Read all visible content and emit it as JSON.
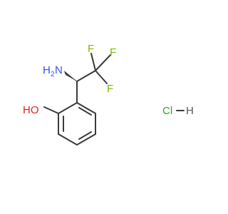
{
  "molecule": {
    "atoms": {
      "amine_n": "H",
      "amine_n_sub": "2",
      "amine_n_main": "N",
      "f_top_left": "F",
      "f_top_right": "F",
      "f_right": "F",
      "hydroxyl": "HO"
    },
    "salt": {
      "cl": "Cl",
      "h": "H"
    },
    "colors": {
      "nitrogen": "#3050f8",
      "fluorine": "#7ab800",
      "oxygen": "#e02020",
      "chlorine": "#22aa22",
      "bond": "#3a3a3a",
      "hydrogen": "#555555"
    }
  }
}
